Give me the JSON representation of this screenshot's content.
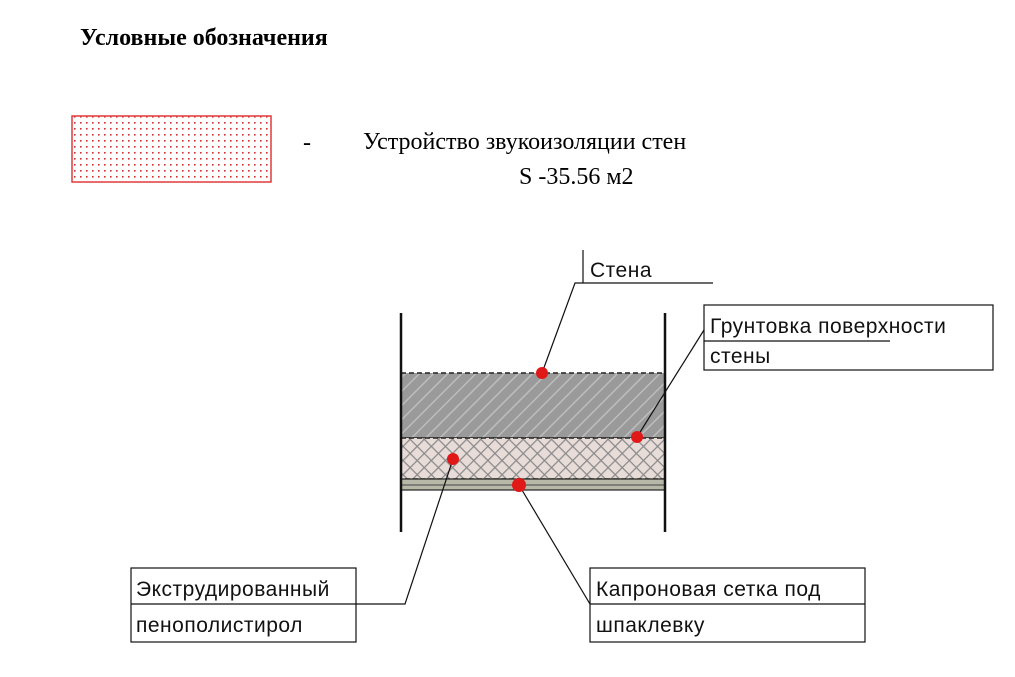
{
  "legend": {
    "title": "Условные обозначения",
    "dash": "-",
    "item_label": "Устройство звукоизоляции стен",
    "item_area": "S -35.56 м2",
    "swatch_color": "#e03a3a"
  },
  "callouts": {
    "wall": "Стена",
    "primer_line1": "Грунтовка поверхности",
    "primer_line2": "стены",
    "xps_line1": "Экструдированный",
    "xps_line2": "пенополистирол",
    "mesh_line1": "Капроновая сетка под",
    "mesh_line2": "шпаклевку"
  },
  "colors": {
    "marker": "#e01818",
    "wall_fill": "#9a9a9a",
    "xps_fill": "#e8dcd8",
    "mesh_fill": "#b8b8a8"
  }
}
